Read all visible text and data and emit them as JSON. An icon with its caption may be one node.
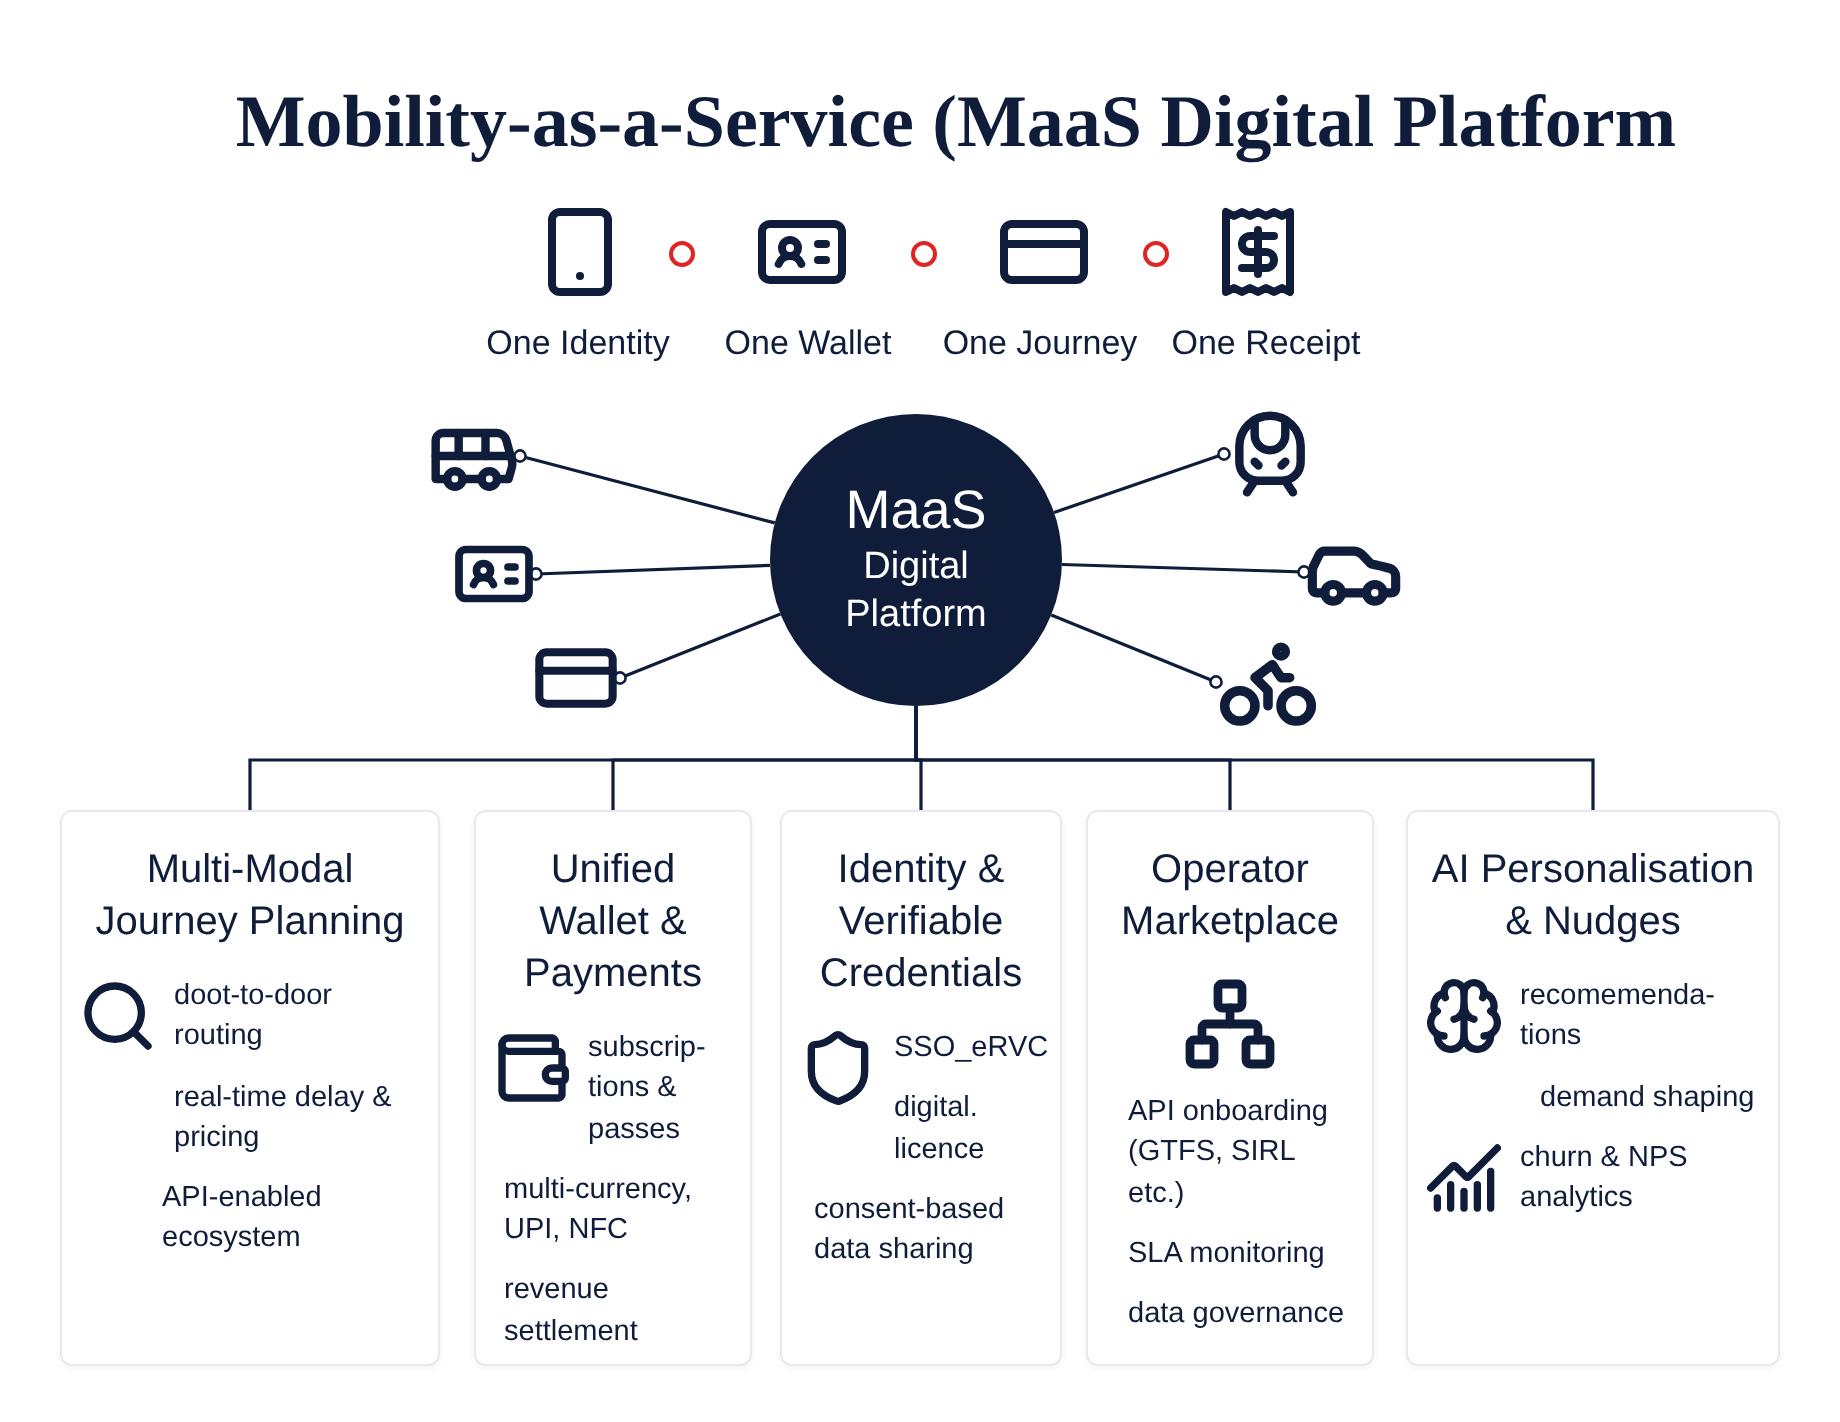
{
  "diagram": {
    "title": "Mobility-as-a-Service (MaaS Digital Platform",
    "nodes": [
      {
        "text": [
          "MaaS",
          "Digital Platform"
        ]
      },
      {
        "text": [],
        "shape": "picture"
      },
      {
        "text": [],
        "shape": "picture"
      },
      {
        "text": [],
        "shape": "picture"
      },
      {
        "text": [],
        "shape": "picture"
      },
      {
        "text": [],
        "shape": "picture"
      },
      {
        "text": [],
        "shape": "picture"
      },
      {
        "text": [
          "Multi-Modal Journey Planning",
          "doot-to-door routing",
          "real-time delay & pricing",
          "API-enabled ecosystem"
        ]
      },
      {
        "text": [
          "Unified Wallet & Payments",
          "subscrip- tions & passes",
          "multi-currency, UPI, NFC",
          "revenue settlement"
        ]
      },
      {
        "text": [
          "Identity & Verifiable Credentials",
          "SSO_eRVC",
          "digital. licence",
          "consent-based data sharing"
        ]
      },
      {
        "text": [
          "Operator Marketplace",
          "API onboarding (GTFS, SIRL etc.)",
          "SLA monitoring",
          "data governance"
        ]
      },
      {
        "text": [
          "AI Personalisation & Nudges",
          "recomemenda- tions",
          "demand shaping",
          "churn & NPS analytics"
        ]
      }
    ],
    "edges": [
      {
        "from": 0,
        "to": 1,
        "arrow": "other"
      },
      {
        "from": 0,
        "to": 2,
        "arrow": "other"
      },
      {
        "from": 0,
        "to": 3,
        "arrow": "other"
      },
      {
        "from": 0,
        "to": 4,
        "arrow": "other"
      },
      {
        "from": 0,
        "to": 5,
        "arrow": "other"
      },
      {
        "from": 0,
        "to": 6,
        "arrow": "other"
      },
      {
        "from": 0,
        "to": 7,
        "arrow": "none"
      },
      {
        "from": 0,
        "to": 8,
        "arrow": "none"
      },
      {
        "from": 0,
        "to": 9,
        "arrow": "none"
      },
      {
        "from": 0,
        "to": 10,
        "arrow": "none"
      },
      {
        "from": 0,
        "to": 11,
        "arrow": "none"
      }
    ],
    "labels": [
      "One Identity",
      "One Wallet",
      "One Journey",
      "One Receipt"
    ]
  }
}
